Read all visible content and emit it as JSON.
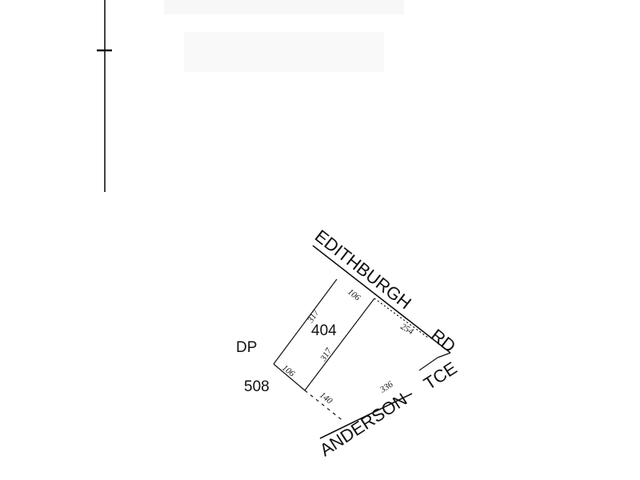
{
  "roads": {
    "edithburgh": "EDITHBURGH",
    "rd": "RD",
    "tce": "TCE",
    "anderson": "ANDERSON"
  },
  "plan_labels": {
    "dp": "DP",
    "dp_number": "508",
    "lot": "404"
  },
  "dimensions": {
    "top_left": "317",
    "top_right": "106",
    "inner": "317",
    "left": "106",
    "bottom": "140",
    "road_rd": "254",
    "road_anderson": "336"
  },
  "colors": {
    "ink": "#111111",
    "background": "#ffffff"
  }
}
